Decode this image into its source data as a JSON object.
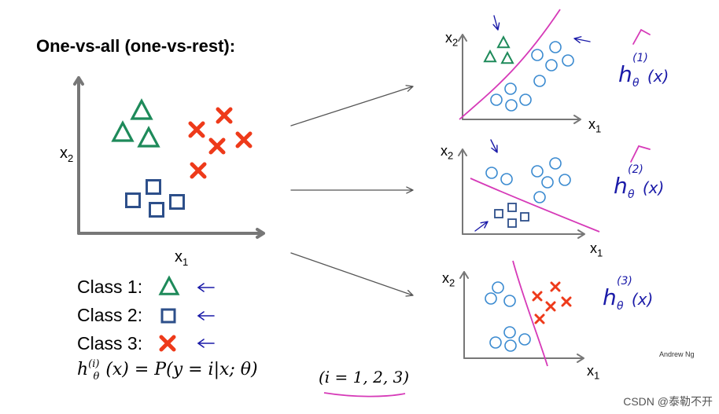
{
  "title": "One-vs-all (one-vs-rest):",
  "axis": {
    "x_label": "x",
    "x_sub": "1",
    "y_label": "x",
    "y_sub": "2"
  },
  "classes": [
    {
      "label": "Class 1:",
      "marker": "triangle-icon",
      "color": "#1e8a5a"
    },
    {
      "label": "Class 2:",
      "marker": "square-icon",
      "color": "#2d4f8a"
    },
    {
      "label": "Class 3:",
      "marker": "cross-icon",
      "color": "#ee3a1a"
    }
  ],
  "formula": {
    "h": "h",
    "sup": "(i)",
    "sub": "θ",
    "rest": "(x) = P(y = i|x; θ)"
  },
  "range": "(i = 1, 2, 3)",
  "colors": {
    "class1": "#1e8a5a",
    "class2": "#2d4f8a",
    "class3": "#ee3a1a",
    "circle": "#3a8ad0",
    "boundary": "#d63ab8",
    "ink": "#1a1aa8",
    "axis": "#777777"
  },
  "hypotheses": [
    {
      "base": "h",
      "sub": "θ",
      "sup": "(1)",
      "arg": "(x)"
    },
    {
      "base": "h",
      "sub": "θ",
      "sup": "(2)",
      "arg": "(x)"
    },
    {
      "base": "h",
      "sub": "θ",
      "sup": "(3)",
      "arg": "(x)"
    }
  ],
  "credit": "Andrew Ng",
  "watermark": "CSDN @泰勒不开"
}
